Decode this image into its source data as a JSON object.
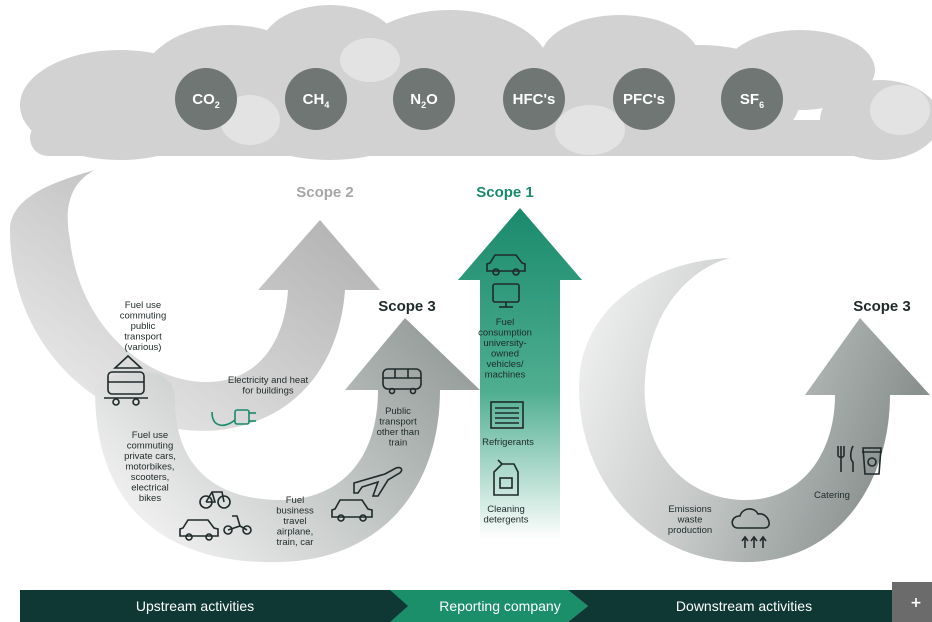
{
  "gases": [
    {
      "main": "CO",
      "sub": "2",
      "name": "gas-co2"
    },
    {
      "main": "CH",
      "sub": "4",
      "name": "gas-ch4"
    },
    {
      "main": "N",
      "sub": "2",
      "tail": "O",
      "name": "gas-n2o"
    },
    {
      "main": "HFC's",
      "sub": "",
      "name": "gas-hfcs"
    },
    {
      "main": "PFC's",
      "sub": "",
      "name": "gas-pfcs"
    },
    {
      "main": "SF",
      "sub": "6",
      "name": "gas-sf6"
    }
  ],
  "scopes": {
    "scope2": "Scope 2",
    "scope1": "Scope 1",
    "scope3_left": "Scope 3",
    "scope3_right": "Scope 3"
  },
  "labels": {
    "fuel_public_transport": [
      "Fuel use",
      "commuting",
      "public",
      "transport",
      "(various)"
    ],
    "fuel_private": [
      "Fuel use",
      "commuting",
      "private cars,",
      "motorbikes,",
      "scooters,",
      "electrical",
      "bikes"
    ],
    "electricity": [
      "Electricity and heat",
      "for buildings"
    ],
    "public_transport_other": [
      "Public",
      "transport",
      "other than",
      "train"
    ],
    "fuel_business": [
      "Fuel",
      "business",
      "travel",
      "airplane,",
      "train, car"
    ],
    "fuel_consumption": [
      "Fuel",
      "consumption",
      "university-",
      "owned",
      "vehicles/",
      "machines"
    ],
    "refrigerants": [
      "Refrigerants"
    ],
    "cleaning": [
      "Cleaning",
      "detergents"
    ],
    "emissions_waste": [
      "Emissions",
      "waste",
      "production"
    ],
    "catering": [
      "Catering"
    ]
  },
  "bottom_bar": {
    "upstream": "Upstream activities",
    "reporting": "Reporting company",
    "downstream": "Downstream activities"
  },
  "colors": {
    "cloud": "#d2d2d2",
    "gas_circle": "#6f7674",
    "scope1_green": "#1a8a6c",
    "scope2_gray": "#a7a5a5",
    "dark_bar": "#0f3835",
    "green_bar": "#1b8e6a"
  },
  "icons": [
    "train-icon",
    "plug-icon",
    "bus-icon",
    "airplane-icon",
    "car-icon",
    "bicycle-icon",
    "scooter-icon",
    "monitor-icon",
    "refrigerator-icon",
    "detergent-icon",
    "cloud-icon",
    "cutlery-icon",
    "coffee-cup-icon",
    "plus-icon"
  ]
}
